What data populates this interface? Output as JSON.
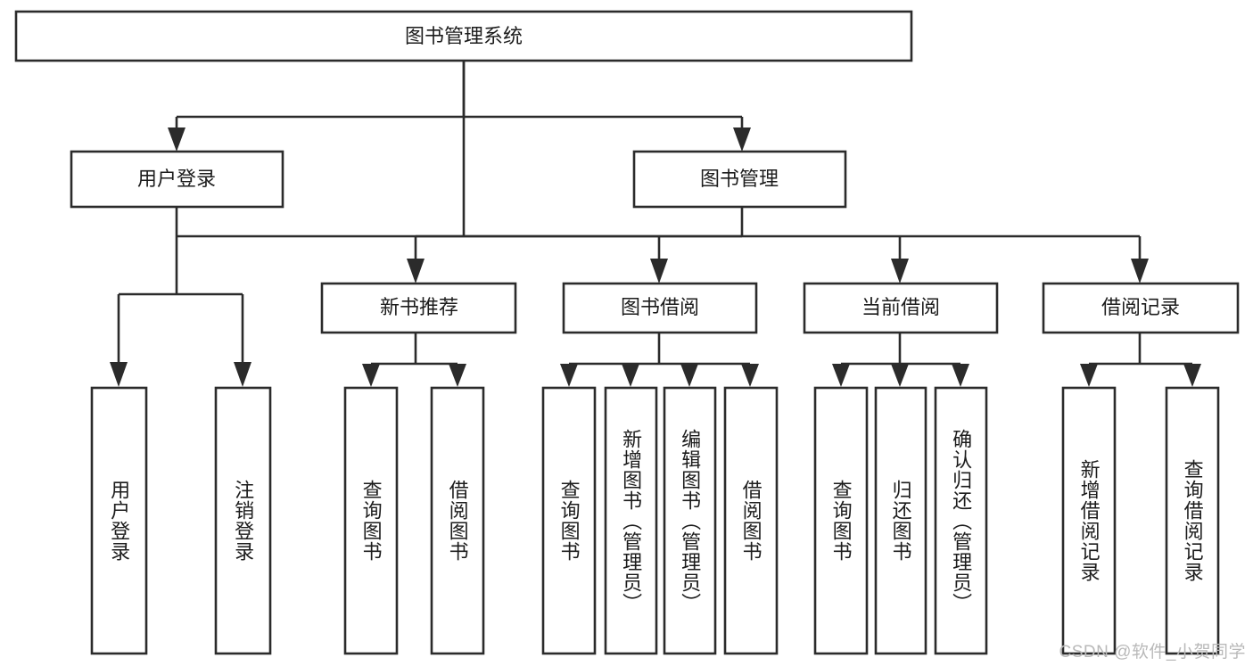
{
  "diagram": {
    "title": "图书管理系统",
    "type": "tree",
    "watermark": "CSDN @软件_小贺同学",
    "colors": {
      "box_stroke": "#2b2b2b",
      "box_fill": "#ffffff",
      "text": "#1c1c1c",
      "connector": "#2b2b2b",
      "watermark": "#b9b9b9",
      "background": "#ffffff"
    },
    "levels": {
      "level1": [
        {
          "id": "root",
          "label": "图书管理系统",
          "orientation": "horizontal"
        }
      ],
      "level2": [
        {
          "id": "user-login",
          "label": "用户登录",
          "orientation": "horizontal",
          "parent": "root"
        },
        {
          "id": "book-manage",
          "label": "图书管理",
          "orientation": "horizontal",
          "parent": "root"
        }
      ],
      "level3": [
        {
          "id": "new-book-rec",
          "label": "新书推荐",
          "orientation": "horizontal",
          "parent": "book-manage"
        },
        {
          "id": "book-borrow",
          "label": "图书借阅",
          "orientation": "horizontal",
          "parent": "book-manage"
        },
        {
          "id": "current-borrow",
          "label": "当前借阅",
          "orientation": "horizontal",
          "parent": "book-manage"
        },
        {
          "id": "borrow-record",
          "label": "借阅记录",
          "orientation": "horizontal",
          "parent": "book-manage"
        }
      ],
      "level4": [
        {
          "id": "leaf-user-login",
          "label": "用户登录",
          "orientation": "vertical",
          "parent": "user-login"
        },
        {
          "id": "leaf-logout",
          "label": "注销登录",
          "orientation": "vertical",
          "parent": "user-login"
        },
        {
          "id": "leaf-query-book-1",
          "label": "查询图书",
          "orientation": "vertical",
          "parent": "new-book-rec"
        },
        {
          "id": "leaf-borrow-book-1",
          "label": "借阅图书",
          "orientation": "vertical",
          "parent": "new-book-rec"
        },
        {
          "id": "leaf-query-book-2",
          "label": "查询图书",
          "orientation": "vertical",
          "parent": "book-borrow"
        },
        {
          "id": "leaf-add-book",
          "label": "新增图书（管理员）",
          "orientation": "vertical",
          "parent": "book-borrow"
        },
        {
          "id": "leaf-edit-book",
          "label": "编辑图书（管理员）",
          "orientation": "vertical",
          "parent": "book-borrow"
        },
        {
          "id": "leaf-borrow-book-2",
          "label": "借阅图书",
          "orientation": "vertical",
          "parent": "book-borrow"
        },
        {
          "id": "leaf-query-book-3",
          "label": "查询图书",
          "orientation": "vertical",
          "parent": "current-borrow"
        },
        {
          "id": "leaf-return-book",
          "label": "归还图书",
          "orientation": "vertical",
          "parent": "current-borrow"
        },
        {
          "id": "leaf-confirm-return",
          "label": "确认归还（管理员）",
          "orientation": "vertical",
          "parent": "current-borrow"
        },
        {
          "id": "leaf-add-record",
          "label": "新增借阅记录",
          "orientation": "vertical",
          "parent": "borrow-record"
        },
        {
          "id": "leaf-query-record",
          "label": "查询借阅记录",
          "orientation": "vertical",
          "parent": "borrow-record"
        }
      ]
    }
  }
}
